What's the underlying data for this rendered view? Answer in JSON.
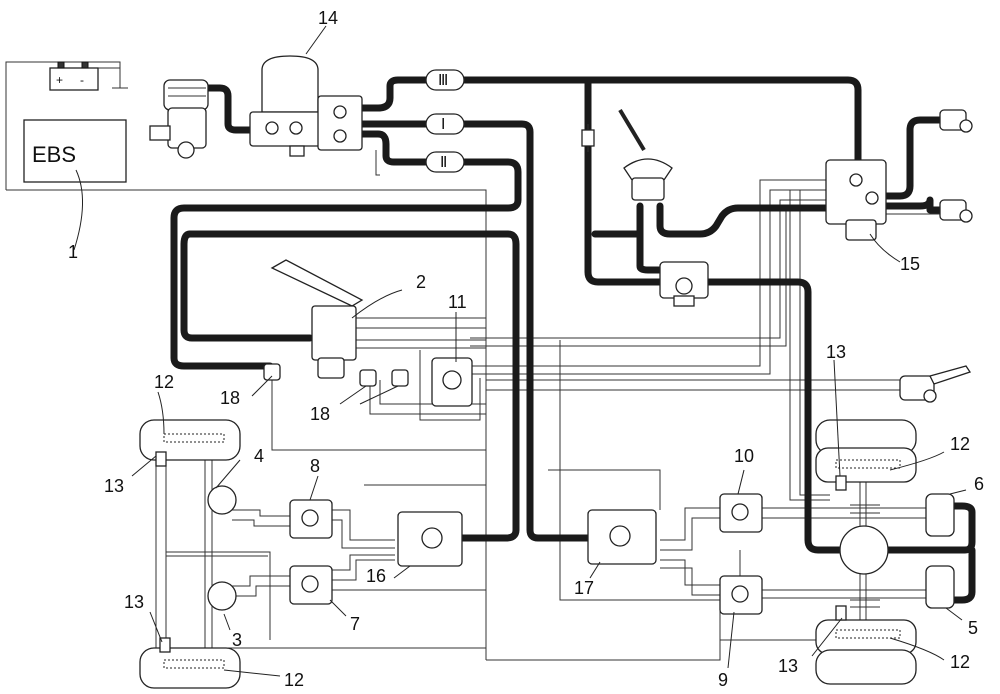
{
  "ecu": {
    "label": "EBS"
  },
  "battery": {
    "plus": "+",
    "minus": "-"
  },
  "circuits": {
    "c1": "Ⅰ",
    "c2": "Ⅱ",
    "c3": "Ⅲ"
  },
  "callouts": {
    "n1": "1",
    "n2": "2",
    "n3": "3",
    "n4": "4",
    "n5": "5",
    "n6": "6",
    "n7": "7",
    "n8": "8",
    "n9": "9",
    "n10": "10",
    "n11": "11",
    "n12a": "12",
    "n12b": "12",
    "n12c": "12",
    "n12d": "12",
    "n13a": "13",
    "n13b": "13",
    "n13c": "13",
    "n13d": "13",
    "n14": "14",
    "n15": "15",
    "n16": "16",
    "n17": "17",
    "n18a": "18",
    "n18b": "18"
  }
}
